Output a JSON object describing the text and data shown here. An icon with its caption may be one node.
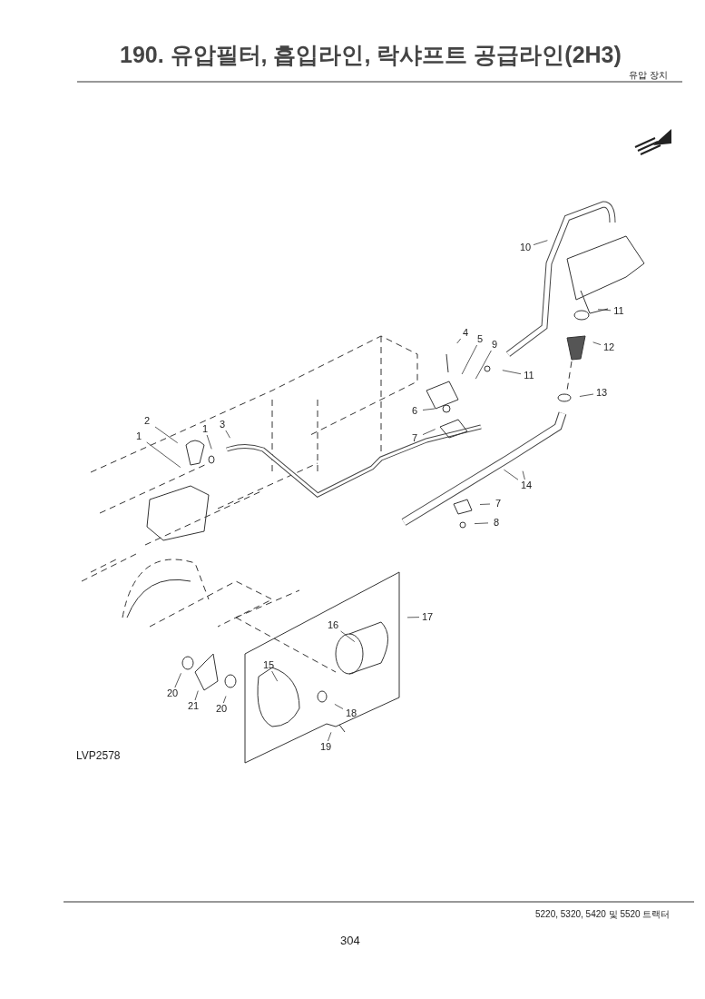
{
  "diagram": {
    "title": "190. 유압필터, 흡입라인, 락샤프트 공급라인(2H3)",
    "nodes": [
      {
        "text": [
          "10"
        ]
      },
      {
        "text": [
          "11"
        ]
      },
      {
        "text": [
          "4"
        ]
      },
      {
        "text": [
          "5"
        ]
      },
      {
        "text": [
          "9"
        ]
      },
      {
        "text": [
          "12"
        ]
      },
      {
        "text": [
          "11"
        ]
      },
      {
        "text": [
          "13"
        ]
      },
      {
        "text": [
          "2"
        ]
      },
      {
        "text": [
          "1"
        ]
      },
      {
        "text": [
          "3"
        ]
      },
      {
        "text": [
          "1"
        ]
      },
      {
        "text": [
          "6"
        ]
      },
      {
        "text": [
          "7"
        ]
      },
      {
        "text": [
          "14"
        ]
      },
      {
        "text": [
          "7"
        ]
      },
      {
        "text": [
          "8"
        ]
      },
      {
        "text": [
          "17"
        ]
      },
      {
        "text": [
          "16"
        ]
      },
      {
        "text": [
          "15"
        ]
      },
      {
        "text": [
          "20"
        ]
      },
      {
        "text": [
          "21"
        ]
      },
      {
        "text": [
          "20"
        ]
      },
      {
        "text": [
          "18"
        ]
      },
      {
        "text": [
          "19"
        ]
      }
    ],
    "edges": [
      {
        "from": 0,
        "to": null,
        "arrow": "none"
      },
      {
        "from": 1,
        "to": null,
        "arrow": "none"
      },
      {
        "from": 2,
        "to": null,
        "arrow": "none"
      },
      {
        "from": 3,
        "to": null,
        "arrow": "none"
      },
      {
        "from": 4,
        "to": null,
        "arrow": "none"
      },
      {
        "from": 5,
        "to": null,
        "arrow": "none"
      },
      {
        "from": 6,
        "to": null,
        "arrow": "none"
      },
      {
        "from": 7,
        "to": null,
        "arrow": "none"
      },
      {
        "from": 8,
        "to": null,
        "arrow": "none"
      },
      {
        "from": 9,
        "to": null,
        "arrow": "none"
      },
      {
        "from": 10,
        "to": null,
        "arrow": "none"
      },
      {
        "from": 11,
        "to": null,
        "arrow": "none"
      },
      {
        "from": 12,
        "to": null,
        "arrow": "none"
      },
      {
        "from": 13,
        "to": null,
        "arrow": "none"
      },
      {
        "from": 14,
        "to": null,
        "arrow": "none"
      },
      {
        "from": 14,
        "to": null,
        "arrow": "none"
      },
      {
        "from": 15,
        "to": null,
        "arrow": "none"
      },
      {
        "from": 16,
        "to": null,
        "arrow": "none"
      },
      {
        "from": 17,
        "to": null,
        "arrow": "none"
      },
      {
        "from": 18,
        "to": null,
        "arrow": "none"
      },
      {
        "from": 19,
        "to": null,
        "arrow": "none"
      },
      {
        "from": 20,
        "to": null,
        "arrow": "none"
      },
      {
        "from": 21,
        "to": null,
        "arrow": "none"
      },
      {
        "from": 22,
        "to": null,
        "arrow": "none"
      },
      {
        "from": 23,
        "to": null,
        "arrow": "none"
      },
      {
        "from": 24,
        "to": null,
        "arrow": "none"
      }
    ],
    "labels": [
      "유압 장치",
      "LVP2578",
      "5220, 5320, 5420 및 5520 트랙터",
      "304"
    ]
  }
}
